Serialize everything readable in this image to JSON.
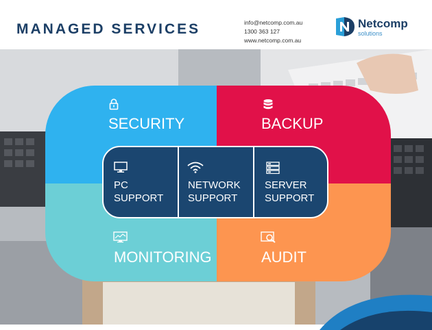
{
  "header": {
    "title": "MANAGED SERVICES",
    "contact": {
      "email": "info@netcomp.com.au",
      "phone": "1300 363 127",
      "website": "www.netcomp.com.au"
    },
    "logo": {
      "name": "Netcomp",
      "tagline": "solutions"
    }
  },
  "services": {
    "security": {
      "label": "SECURITY",
      "icon": "lock-icon",
      "color": "#2fb2ef"
    },
    "backup": {
      "label": "BACKUP",
      "icon": "database-icon",
      "color": "#e11149"
    },
    "monitoring": {
      "label": "MONITORING",
      "icon": "monitor-chart-icon",
      "color": "#6ccfd6"
    },
    "audit": {
      "label": "AUDIT",
      "icon": "magnifier-icon",
      "color": "#fd9550"
    }
  },
  "support": {
    "pc": {
      "line1": "PC",
      "line2": "SUPPORT",
      "icon": "monitor-icon"
    },
    "network": {
      "line1": "NETWORK",
      "line2": "SUPPORT",
      "icon": "wifi-icon"
    },
    "server": {
      "line1": "SERVER",
      "line2": "SUPPORT",
      "icon": "server-icon"
    },
    "color": "#1b4670"
  }
}
